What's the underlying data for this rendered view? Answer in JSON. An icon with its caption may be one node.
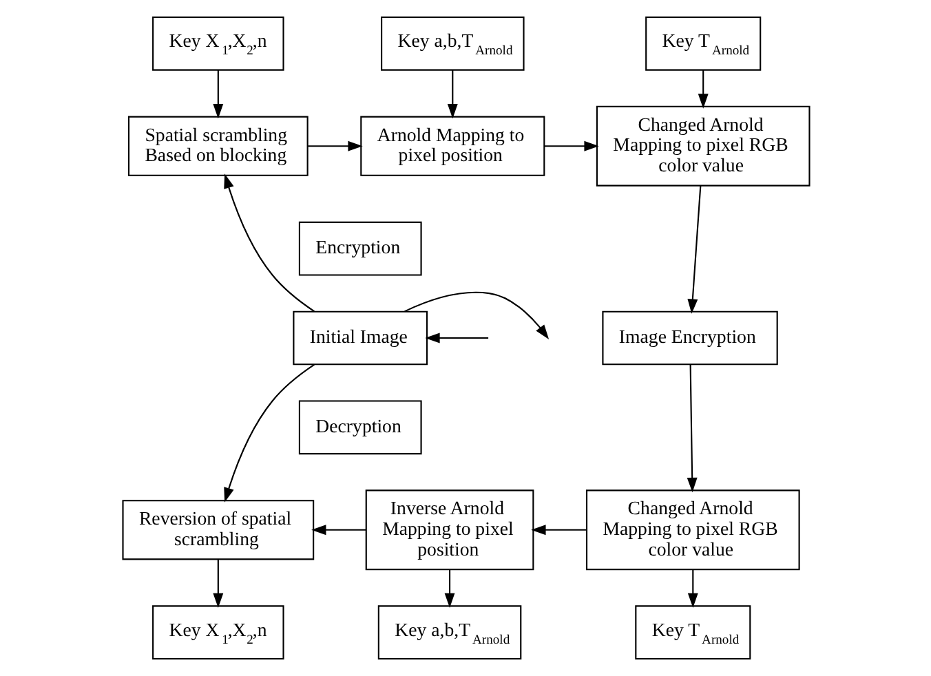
{
  "diagram": {
    "nodes": [
      {
        "text": [
          "Key X$_{1}$,X$_{2}$,n"
        ]
      },
      {
        "text": [
          "Key a,b,T$_{Arnold}$"
        ]
      },
      {
        "text": [
          "Key T$_{Arnold}$"
        ]
      },
      {
        "text": [
          "Spatial scrambling Based on blocking"
        ]
      },
      {
        "text": [
          "Arnold Mapping to pixel position"
        ]
      },
      {
        "text": [
          "Changed Arnold Mapping to pixel RGB color value"
        ]
      },
      {
        "text": [
          "Encryption"
        ]
      },
      {
        "text": [
          "Initial Image"
        ]
      },
      {
        "text": [
          "Image Encryption"
        ]
      },
      {
        "text": [
          "Decryption"
        ]
      },
      {
        "text": [
          "Reversion of spatial scrambling"
        ]
      },
      {
        "text": [
          "Inverse Arnold Mapping to pixel position"
        ]
      },
      {
        "text": [
          "Changed Arnold Mapping to pixel RGB color value"
        ]
      },
      {
        "text": [
          "Key X$_{1}$,X$_{2}$,n"
        ]
      },
      {
        "text": [
          "Key a,b,T$_{Arnold}$"
        ]
      },
      {
        "text": [
          "Key T$_{Arnold}$"
        ]
      }
    ],
    "edges": [
      {
        "from": 0,
        "to": 3,
        "arrow": "to"
      },
      {
        "from": 1,
        "to": 4,
        "arrow": "to"
      },
      {
        "from": 2,
        "to": 5,
        "arrow": "to"
      },
      {
        "from": 3,
        "to": 4,
        "arrow": "to"
      },
      {
        "from": 4,
        "to": 5,
        "arrow": "to"
      },
      {
        "from": 7,
        "to": 3,
        "arrow": "to"
      },
      {
        "from": 7,
        "to": null,
        "arrow": "to"
      },
      {
        "from": 5,
        "to": 8,
        "arrow": "to"
      },
      {
        "from": null,
        "to": 7,
        "arrow": "to"
      },
      {
        "from": 7,
        "to": 10,
        "arrow": "to"
      },
      {
        "from": 8,
        "to": 12,
        "arrow": "to"
      },
      {
        "from": 12,
        "to": 11,
        "arrow": "to"
      },
      {
        "from": 11,
        "to": 10,
        "arrow": "to"
      },
      {
        "from": 10,
        "to": 13,
        "arrow": "to"
      },
      {
        "from": 11,
        "to": 14,
        "arrow": "to"
      },
      {
        "from": 12,
        "to": 15,
        "arrow": "to"
      }
    ]
  }
}
